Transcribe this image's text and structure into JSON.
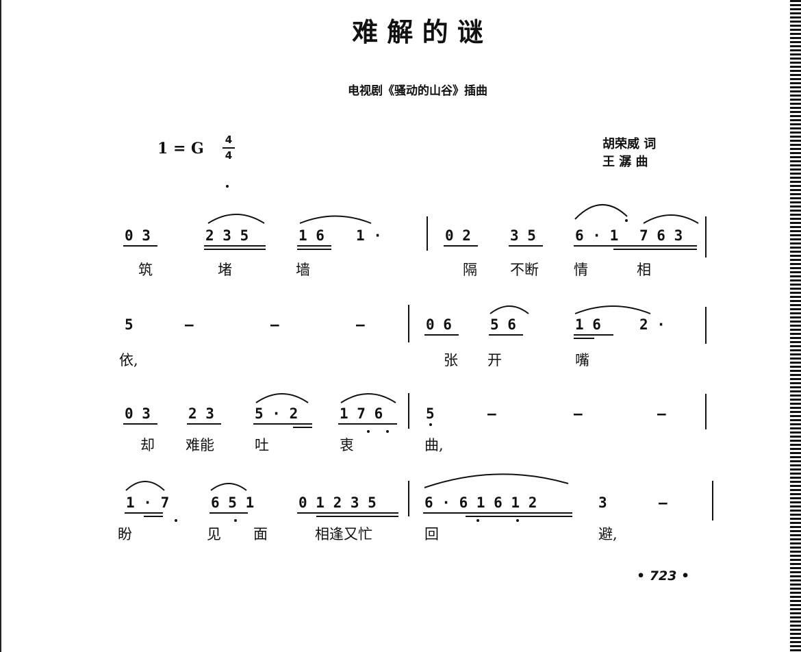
{
  "song": {
    "title": "难 解 的 谜",
    "subtitle": "电视剧《骚动的山谷》插曲",
    "key": "1 = G",
    "meter_top": "4",
    "meter_bottom": "4",
    "lyricist": "胡荣威 词",
    "composer": "王 潺 曲"
  },
  "lines": [
    {
      "notes": [
        "0 3",
        "2 3 5",
        "1 6",
        "1 ·",
        "0 2",
        "3 5",
        "6 · 1",
        "7 6 3"
      ],
      "lyrics": [
        "筑",
        "堵",
        "墙",
        "隔",
        "不断",
        "情",
        "相"
      ]
    },
    {
      "notes": [
        "5",
        "—",
        "—",
        "—",
        "0 6",
        "5 6",
        "1 6",
        "2 ·"
      ],
      "lyrics": [
        "依,",
        "张",
        "开",
        "嘴"
      ]
    },
    {
      "notes": [
        "0 3",
        "2 3",
        "5 · 2",
        "1 7 6",
        "5",
        "—",
        "—",
        "—"
      ],
      "lyrics": [
        "却",
        "难能",
        "吐",
        "衷",
        "曲,"
      ]
    },
    {
      "notes": [
        "1 · 7",
        "6 5 1",
        "0 1 2 3 5",
        "6 · 6 1 6 1 2",
        "3",
        "—"
      ],
      "lyrics": [
        "盼",
        "见",
        "面",
        "相逢又忙",
        "回",
        "避,"
      ]
    }
  ],
  "page_number": "• 723 •"
}
